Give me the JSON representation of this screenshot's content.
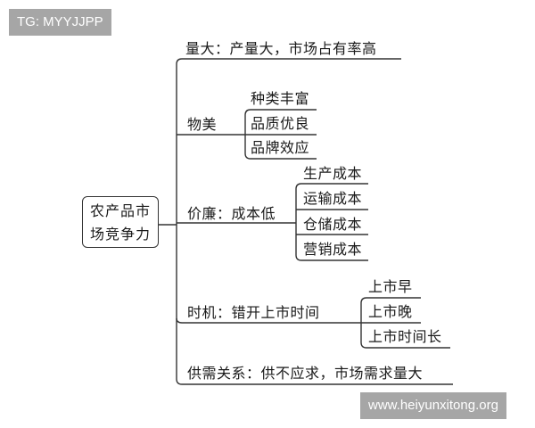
{
  "watermarks": {
    "top_left": "TG: MYYJJPP",
    "bottom_right": "www.heiyunxitong.org"
  },
  "mindmap": {
    "root": {
      "line1": "农产品市",
      "line2": "场竞争力"
    },
    "branches": [
      {
        "label": "量大：产量大，市场占有率高",
        "children": []
      },
      {
        "label": "物美",
        "children": [
          "种类丰富",
          "品质优良",
          "品牌效应"
        ]
      },
      {
        "label": "价廉：成本低",
        "children": [
          "生产成本",
          "运输成本",
          "仓储成本",
          "营销成本"
        ]
      },
      {
        "label": "时机：错开上市时间",
        "children": [
          "上市早",
          "上市晚",
          "上市时间长"
        ]
      },
      {
        "label": "供需关系：供不应求，市场需求量大",
        "children": []
      }
    ]
  },
  "colors": {
    "line": "#333333",
    "text": "#1a1a1a",
    "watermark_bg": "#a6a6a6",
    "watermark_text": "#ffffff"
  }
}
